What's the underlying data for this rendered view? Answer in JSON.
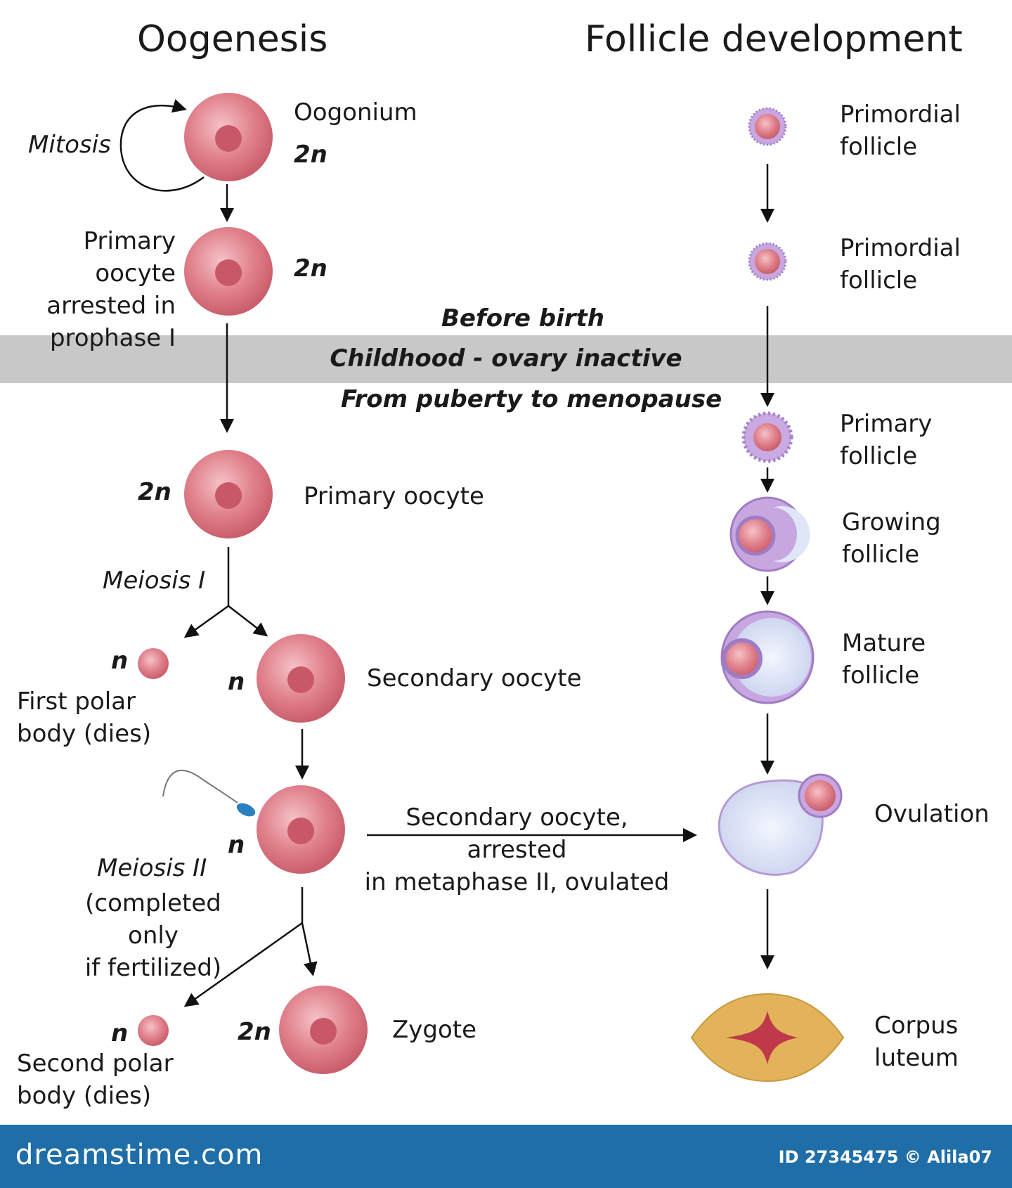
{
  "titles": {
    "left": "Oogenesis",
    "right": "Follicle development"
  },
  "oogenesis": {
    "mitosis": "Mitosis",
    "oogonium": "Oogonium",
    "oogonium_ploidy": "2n",
    "primary_arrested": "Primary oocyte\narrested in\nprophase I",
    "primary_arrested_ploidy": "2n",
    "primary_oocyte": "Primary oocyte",
    "primary_oocyte_ploidy": "2n",
    "meiosis1": "Meiosis I",
    "first_polar_ploidy": "n",
    "first_polar": "First polar\nbody (dies)",
    "secondary_ploidy": "n",
    "secondary_oocyte": "Secondary oocyte",
    "fertilized_ploidy": "n",
    "ovulated": "Secondary oocyte, arrested\nin metaphase II, ovulated",
    "meiosis2": "Meiosis II",
    "meiosis2_note": "(completed only\nif fertilized)",
    "second_polar_ploidy": "n",
    "second_polar": "Second polar\nbody (dies)",
    "zygote_ploidy": "2n",
    "zygote": "Zygote"
  },
  "periods": {
    "before": "Before birth",
    "childhood": "Childhood -  ovary inactive",
    "puberty": "From puberty to menopause"
  },
  "follicles": {
    "primordial_1": "Primordial\nfollicle",
    "primordial_2": "Primordial\nfollicle",
    "primary": "Primary\nfollicle",
    "growing": "Growing\nfollicle",
    "mature": "Mature\nfollicle",
    "ovulation": "Ovulation",
    "corpus_luteum": "Corpus\nluteum"
  },
  "footer": {
    "brand": "dreamstime.com",
    "id": "ID 27345475 © Alila07"
  },
  "colors": {
    "cell": "#d9727e",
    "cell_light": "#f3b9c0",
    "nucleus": "#c85868",
    "follicle_purple": "#b58ccf",
    "antrum": "#dfe6f7",
    "corpus": "#e2b35a",
    "corpus_core": "#c0394a",
    "band": "#c8c8c8",
    "footer": "#1f6ea8"
  }
}
